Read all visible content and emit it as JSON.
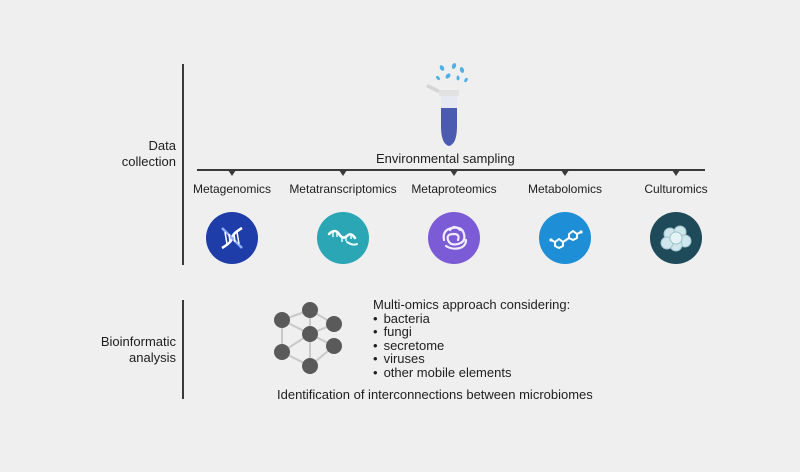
{
  "data_collection": {
    "label_line1": "Data",
    "label_line2": "collection",
    "sampling_label": "Environmental sampling",
    "omics": [
      {
        "label": "Metagenomics",
        "icon": "dna-helix-icon",
        "color": "#1f3da8"
      },
      {
        "label": "Metatranscriptomics",
        "icon": "rna-strand-icon",
        "color": "#2aa6b4"
      },
      {
        "label": "Metaproteomics",
        "icon": "protein-fold-icon",
        "color": "#7b5cd6"
      },
      {
        "label": "Metabolomics",
        "icon": "molecule-icon",
        "color": "#1e8fd6"
      },
      {
        "label": "Culturomics",
        "icon": "cell-colony-icon",
        "color": "#1e4a5a"
      }
    ]
  },
  "bioinformatic_analysis": {
    "label_line1": "Bioinformatic",
    "label_line2": "analysis",
    "heading": "Multi-omics approach considering:",
    "items": [
      "bacteria",
      "fungi",
      "secretome",
      "viruses",
      "other mobile elements"
    ],
    "footer": "Identification of interconnections between microbiomes"
  },
  "colors": {
    "line": "#3a3a3a",
    "node": "#5a5a5a",
    "tube": "#4a5bb0",
    "spray": "#4fb0e6"
  }
}
